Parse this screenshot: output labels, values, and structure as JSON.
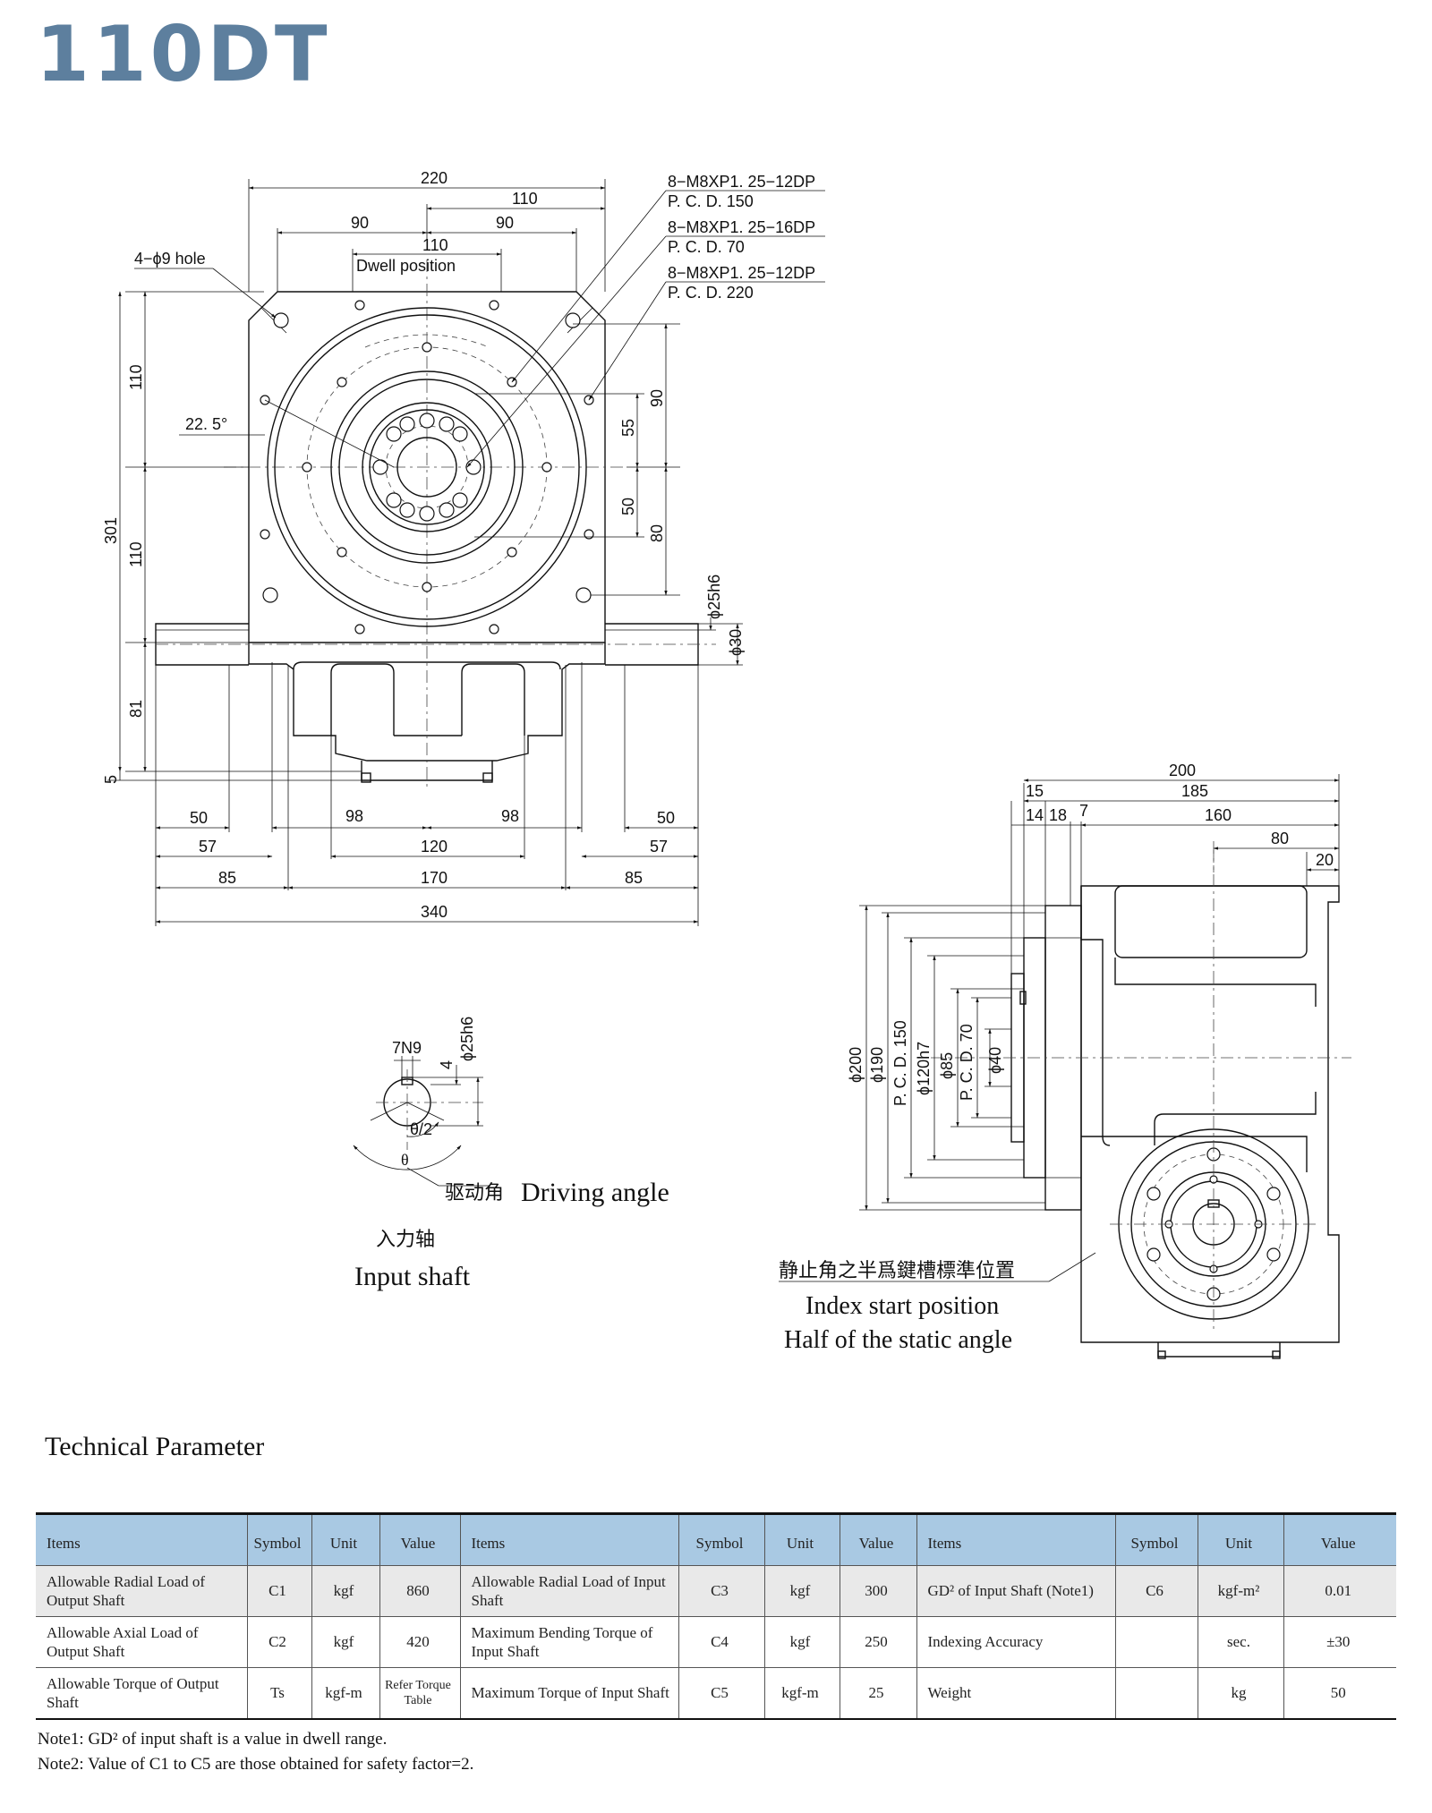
{
  "title": "110DT",
  "front_view": {
    "dims": {
      "d220": "220",
      "d110_top": "110",
      "d90_left": "90",
      "d90_right": "90",
      "d110_mid": "110",
      "d110_upper": "110",
      "d110_lower": "110",
      "d301": "301",
      "d81": "81",
      "d5": "5",
      "d55": "55",
      "d90_v": "90",
      "d50_v": "50",
      "d80_v": "80",
      "shaft_fit": "ϕ25h6",
      "shaft_dia": "ϕ30",
      "b50_left": "50",
      "b98_left": "98",
      "b98_right": "98",
      "b50_right": "50",
      "b57_left": "57",
      "b120": "120",
      "b57_right": "57",
      "b85_left": "85",
      "b170": "170",
      "b85_right": "85",
      "b340": "340"
    },
    "labels": {
      "hole": "4−ϕ9 hole",
      "angle": "22. 5°",
      "dwell": "Dwell  position",
      "callout1_a": "8−M8XP1. 25−12DP",
      "callout1_b": "P. C. D. 150",
      "callout2_a": "8−M8XP1. 25−16DP",
      "callout2_b": "P. C. D. 70",
      "callout3_a": "8−M8XP1. 25−12DP",
      "callout3_b": "P. C. D. 220"
    }
  },
  "key_detail": {
    "keyway": "7N9",
    "depth": "4",
    "shaft": "ϕ25h6",
    "half_angle": "θ/2",
    "angle": "θ",
    "driving_cn": "驱动角",
    "driving_en": "Driving angle",
    "input_cn": "入力轴",
    "input_en": "Input shaft"
  },
  "side_view": {
    "dims": {
      "d200": "200",
      "d185": "185",
      "d15": "15",
      "d14": "14",
      "d18": "18",
      "d7": "7",
      "d160": "160",
      "d80": "80",
      "d20": "20",
      "dia200": "ϕ200",
      "dia190": "ϕ190",
      "pcd150": "P. C. D. 150",
      "dia120": "ϕ120h7",
      "dia85": "ϕ85",
      "pcd70": "P. C. D. 70",
      "dia40": "ϕ40"
    },
    "index_cn": "静止角之半爲鍵槽標準位置",
    "index_en1": "Index start position",
    "index_en2": "Half of the static angle"
  },
  "technical_parameter": {
    "heading": "Technical Parameter",
    "headers": [
      "Items",
      "Symbol",
      "Unit",
      "Value",
      "Items",
      "Symbol",
      "Unit",
      "Value",
      "Items",
      "Symbol",
      "Unit",
      "Value"
    ],
    "rows": [
      {
        "item1": "Allowable Radial Load  of Output Shaft",
        "sym1": "C1",
        "unit1": "kgf",
        "val1": "860",
        "item2": "Allowable Radial Load of Input Shaft",
        "sym2": "C3",
        "unit2": "kgf",
        "val2": "300",
        "item3": "GD² of Input Shaft (Note1)",
        "sym3": "C6",
        "unit3": "kgf-m²",
        "val3": "0.01"
      },
      {
        "item1": "Allowable Axial Load of Output Shaft",
        "sym1": "C2",
        "unit1": "kgf",
        "val1": "420",
        "item2": "Maximum Bending Torque of Input Shaft",
        "sym2": "C4",
        "unit2": "kgf",
        "val2": "250",
        "item3": "Indexing Accuracy",
        "sym3": "",
        "unit3": "sec.",
        "val3": "±30"
      },
      {
        "item1": "Allowable Torque of Output Shaft",
        "sym1": "Ts",
        "unit1": "kgf-m",
        "val1": "Refer Torque Table",
        "item2": "Maximum Torque of Input Shaft",
        "sym2": "C5",
        "unit2": "kgf-m",
        "val2": "25",
        "item3": "Weight",
        "sym3": "",
        "unit3": "kg",
        "val3": "50"
      }
    ]
  },
  "notes": [
    "Note1: GD² of input shaft is a value in dwell range.",
    "Note2: Value of  C1 to C5 are those obtained for safety factor=2."
  ]
}
